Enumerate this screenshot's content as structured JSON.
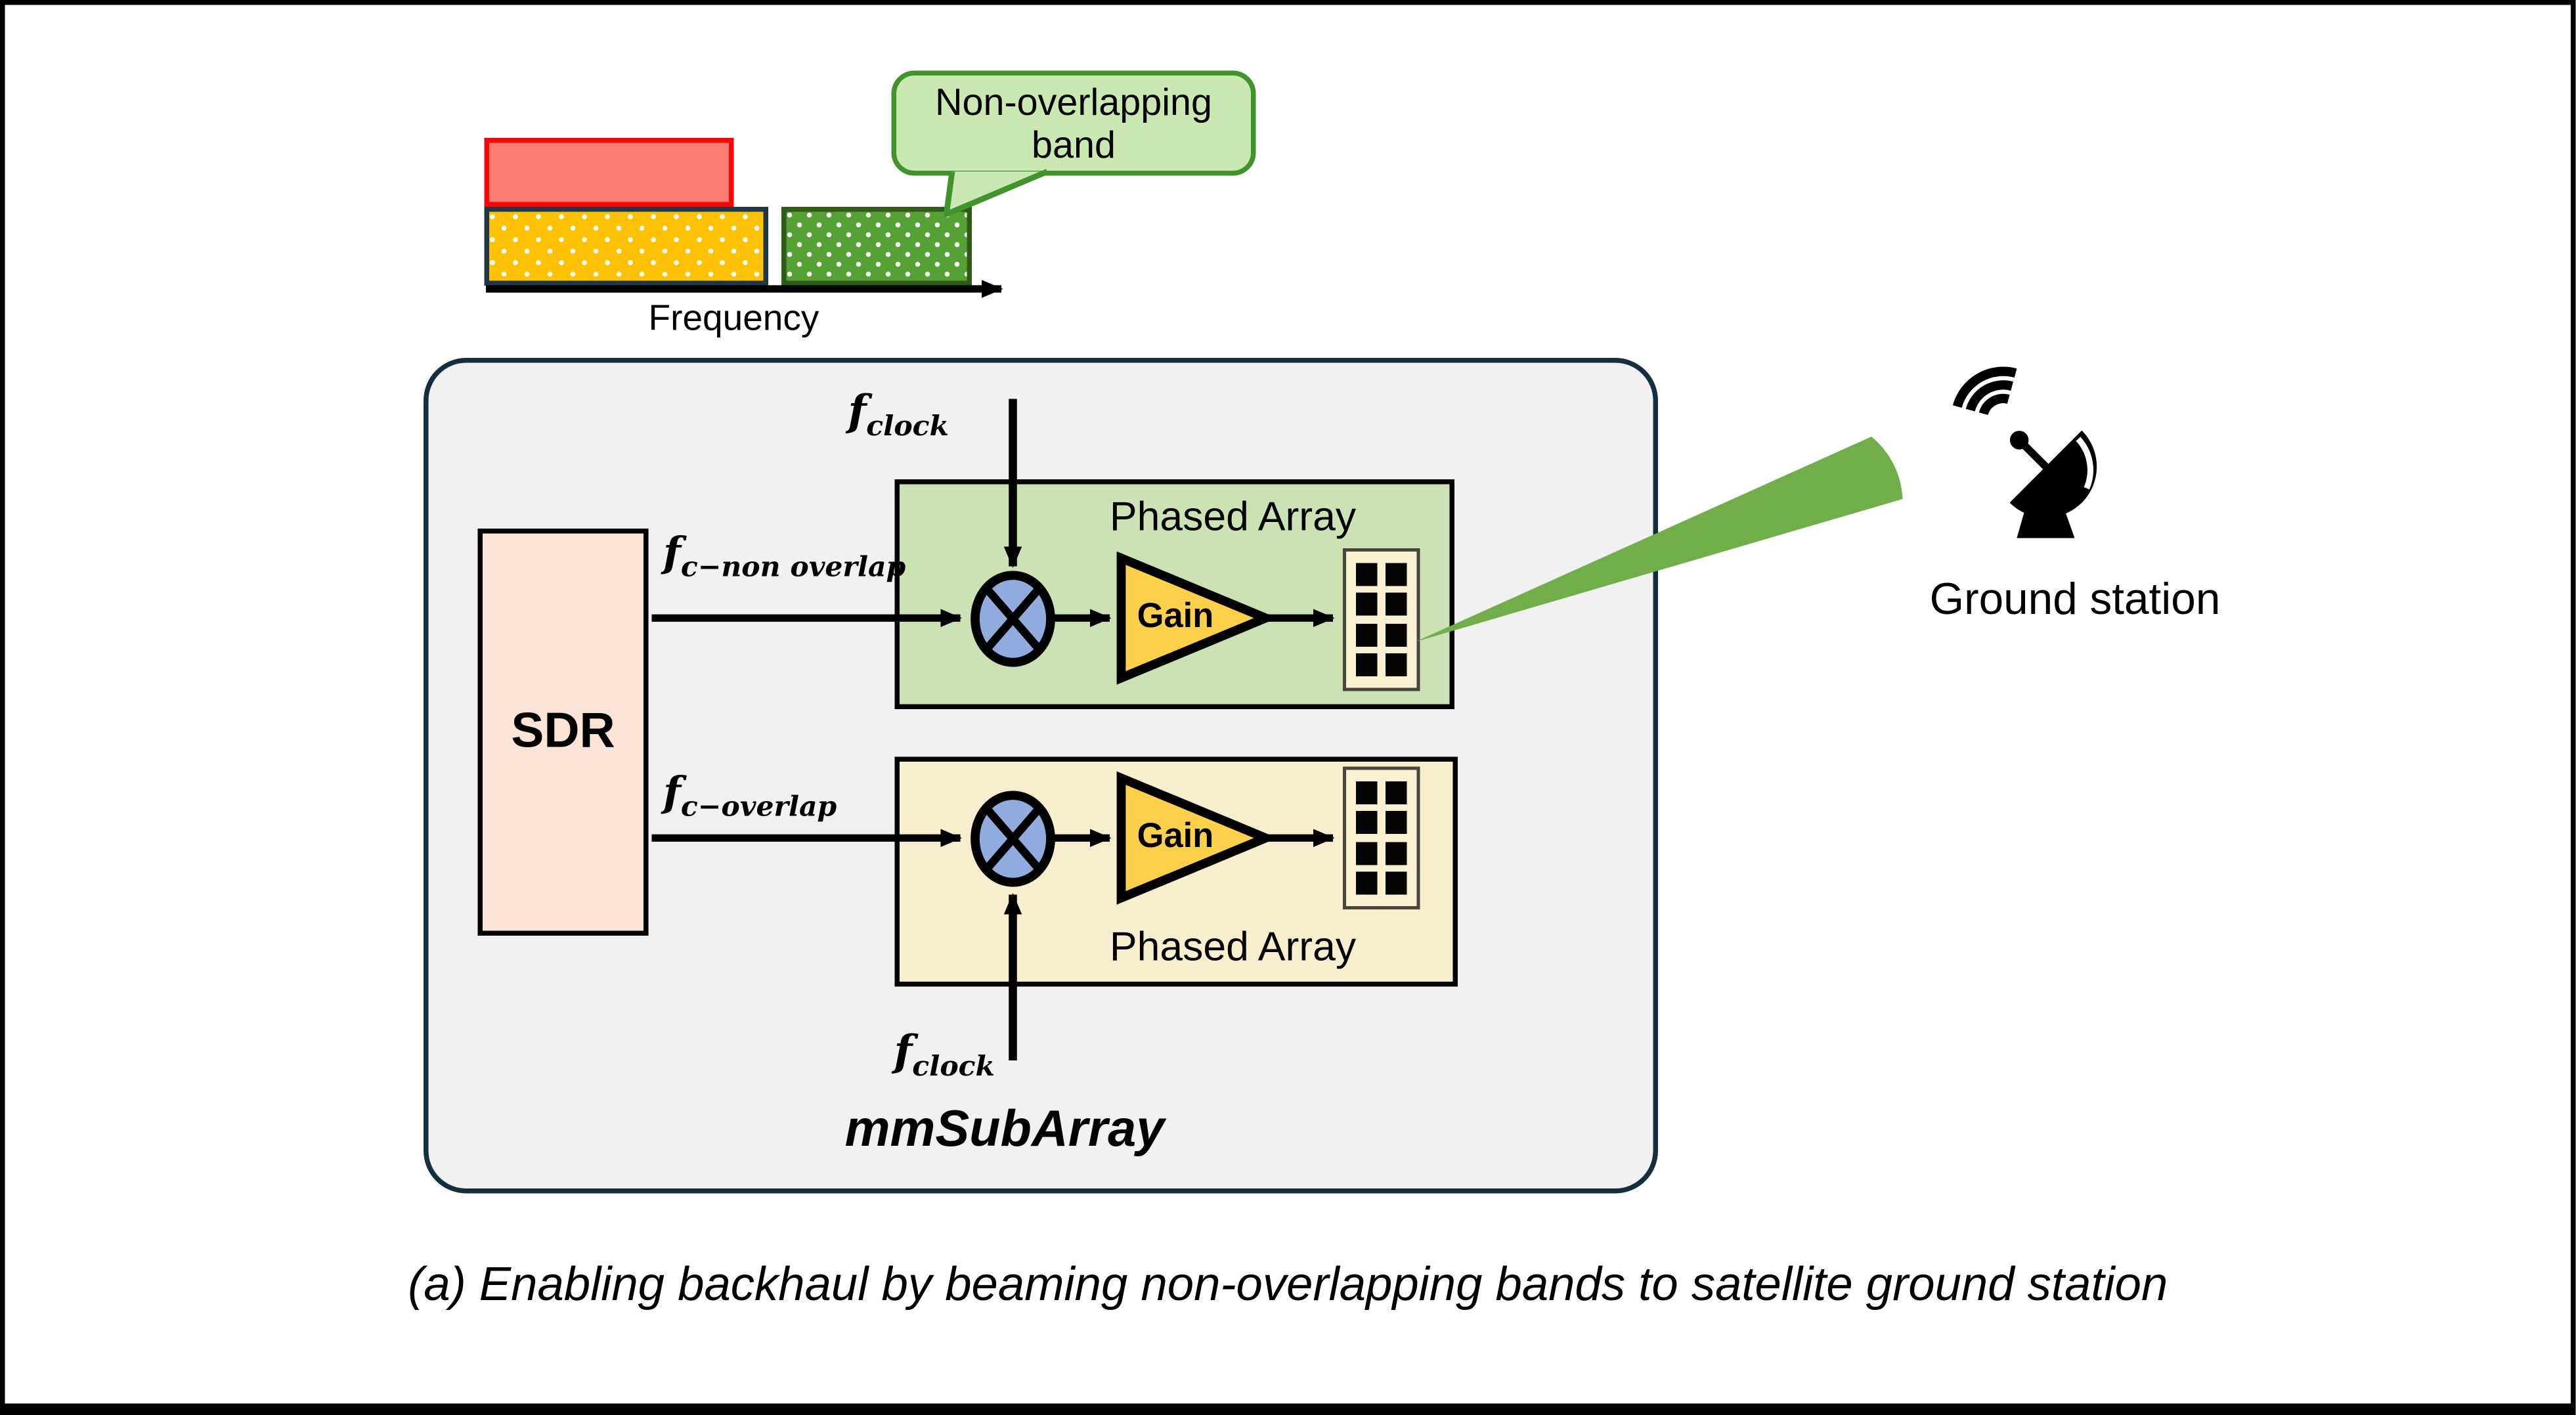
{
  "frequency_chart": {
    "axis_label": "Frequency",
    "callout": {
      "line1": "Non-overlapping",
      "line2": "band"
    }
  },
  "mmsubarray": {
    "title": "mmSubArray",
    "sdr_label": "SDR",
    "top_chain": {
      "box_label": "Phased Array",
      "gain_label": "Gain"
    },
    "bottom_chain": {
      "box_label": "Phased Array",
      "gain_label": "Gain"
    },
    "signals": {
      "clock_base": "f",
      "clock_sub": "clock",
      "non_overlap_base": "f",
      "non_overlap_sub": "c−non overlap",
      "overlap_base": "f",
      "overlap_sub": "c−overlap"
    }
  },
  "ground_station": {
    "label": "Ground station"
  },
  "caption": {
    "prefix": "(a)",
    "text": "Enabling backhaul by beaming non-overlapping bands to satellite ground station"
  },
  "colors": {
    "overlap_band_fill": "#fec103",
    "overlap_band_border": "#1e3848",
    "non_overlap_band_fill": "#55a135",
    "non_overlap_band_border": "#2e5b17",
    "interferer_fill": "#fb7d74",
    "interferer_border": "#f80606",
    "callout_fill": "#c9e8b2",
    "callout_border": "#41932c",
    "container_fill": "#f1f1f2",
    "container_border": "#14303e",
    "green_chain_fill": "#cbe2b4",
    "cream_chain_fill": "#f7eecd",
    "sdr_fill": "#fbe3d6",
    "mixer_fill": "#92abdf",
    "gain_fill": "#fdd04b",
    "antenna_fill": "#faf0d2",
    "beam_fill": "#6fae48"
  }
}
